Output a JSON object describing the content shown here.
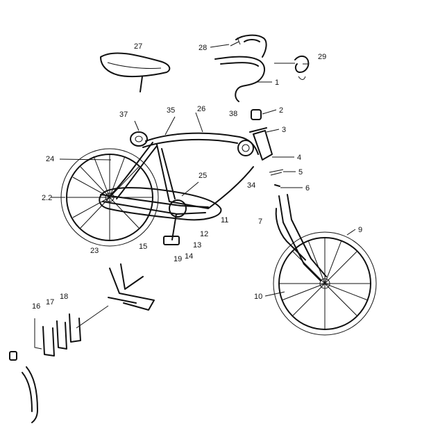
{
  "diagram": {
    "parts": [
      {
        "id": "p1",
        "label": "1"
      },
      {
        "id": "p2",
        "label": "2"
      },
      {
        "id": "p3",
        "label": "3"
      },
      {
        "id": "p4",
        "label": "4"
      },
      {
        "id": "p5",
        "label": "5"
      },
      {
        "id": "p6",
        "label": "6"
      },
      {
        "id": "p7",
        "label": "7"
      },
      {
        "id": "p9",
        "label": "9"
      },
      {
        "id": "p10",
        "label": "10"
      },
      {
        "id": "p11",
        "label": "11"
      },
      {
        "id": "p12",
        "label": "12"
      },
      {
        "id": "p13",
        "label": "13"
      },
      {
        "id": "p14",
        "label": "14"
      },
      {
        "id": "p15",
        "label": "15"
      },
      {
        "id": "p16",
        "label": "16"
      },
      {
        "id": "p17",
        "label": "17"
      },
      {
        "id": "p18",
        "label": "18"
      },
      {
        "id": "p19",
        "label": "19"
      },
      {
        "id": "p22",
        "label": "2.2"
      },
      {
        "id": "p23",
        "label": "23"
      },
      {
        "id": "p24",
        "label": "24"
      },
      {
        "id": "p25",
        "label": "25"
      },
      {
        "id": "p26",
        "label": "26"
      },
      {
        "id": "p27",
        "label": "27"
      },
      {
        "id": "p28",
        "label": "28"
      },
      {
        "id": "p29",
        "label": "29"
      },
      {
        "id": "p34",
        "label": "34"
      },
      {
        "id": "p35",
        "label": "35"
      },
      {
        "id": "p37",
        "label": "37"
      },
      {
        "id": "p38",
        "label": "38"
      }
    ]
  }
}
